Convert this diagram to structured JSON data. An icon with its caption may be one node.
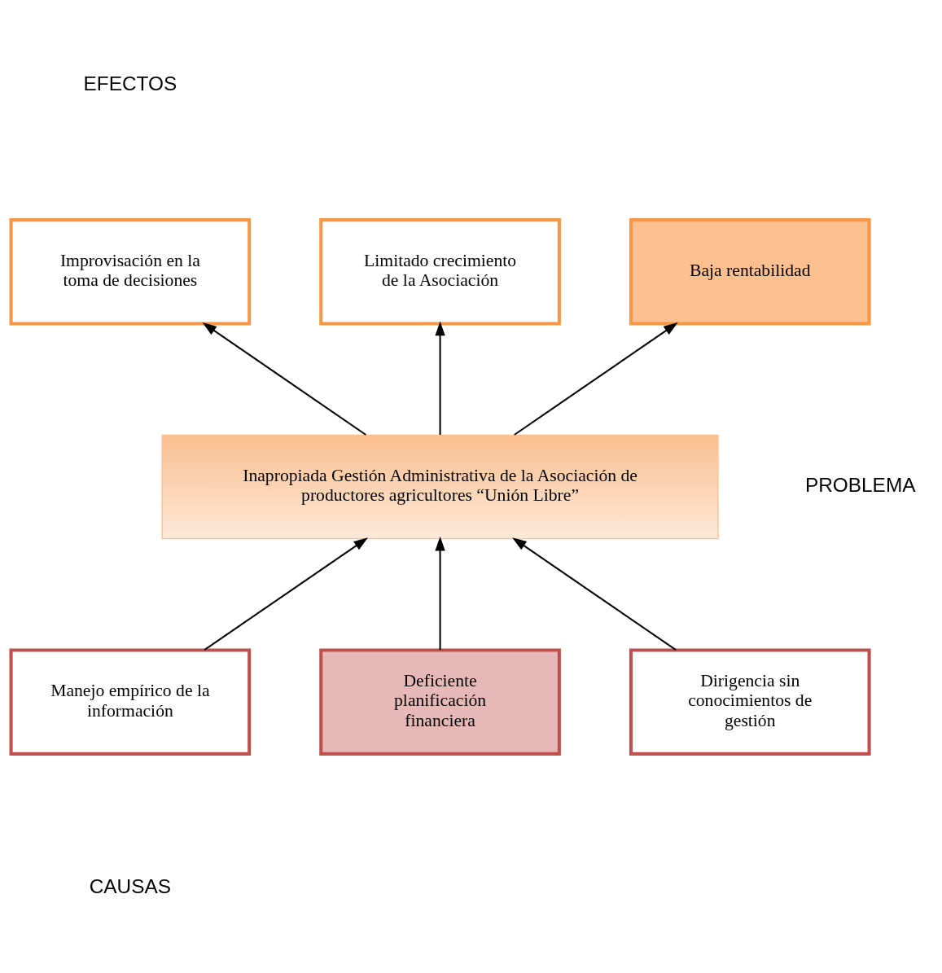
{
  "diagram": {
    "nodes": [
      {
        "text": [
          "Improvisación en la toma de decisiones"
        ]
      },
      {
        "text": [
          "Limitado crecimiento de la Asociación"
        ]
      },
      {
        "text": [
          "Baja rentabilidad"
        ]
      },
      {
        "text": [
          "Inapropiada Gestión Administrativa de la Asociación de productores agricultores “Unión Libre”"
        ]
      },
      {
        "text": [
          "Manejo empírico de la información"
        ]
      },
      {
        "text": [
          "Deficiente planificación financiera"
        ]
      },
      {
        "text": [
          "Dirigencia sin conocimientos de gestión"
        ]
      }
    ],
    "edges": [
      {
        "from": 3,
        "to": 0,
        "arrow": "to"
      },
      {
        "from": 3,
        "to": 1,
        "arrow": "to"
      },
      {
        "from": 3,
        "to": 2,
        "arrow": "to"
      },
      {
        "from": 4,
        "to": 3,
        "arrow": "to"
      },
      {
        "from": 5,
        "to": 3,
        "arrow": "to"
      },
      {
        "from": 6,
        "to": 3,
        "arrow": "to"
      }
    ],
    "labels": [
      "EFECTOS",
      "PROBLEMA",
      "CAUSAS"
    ]
  }
}
